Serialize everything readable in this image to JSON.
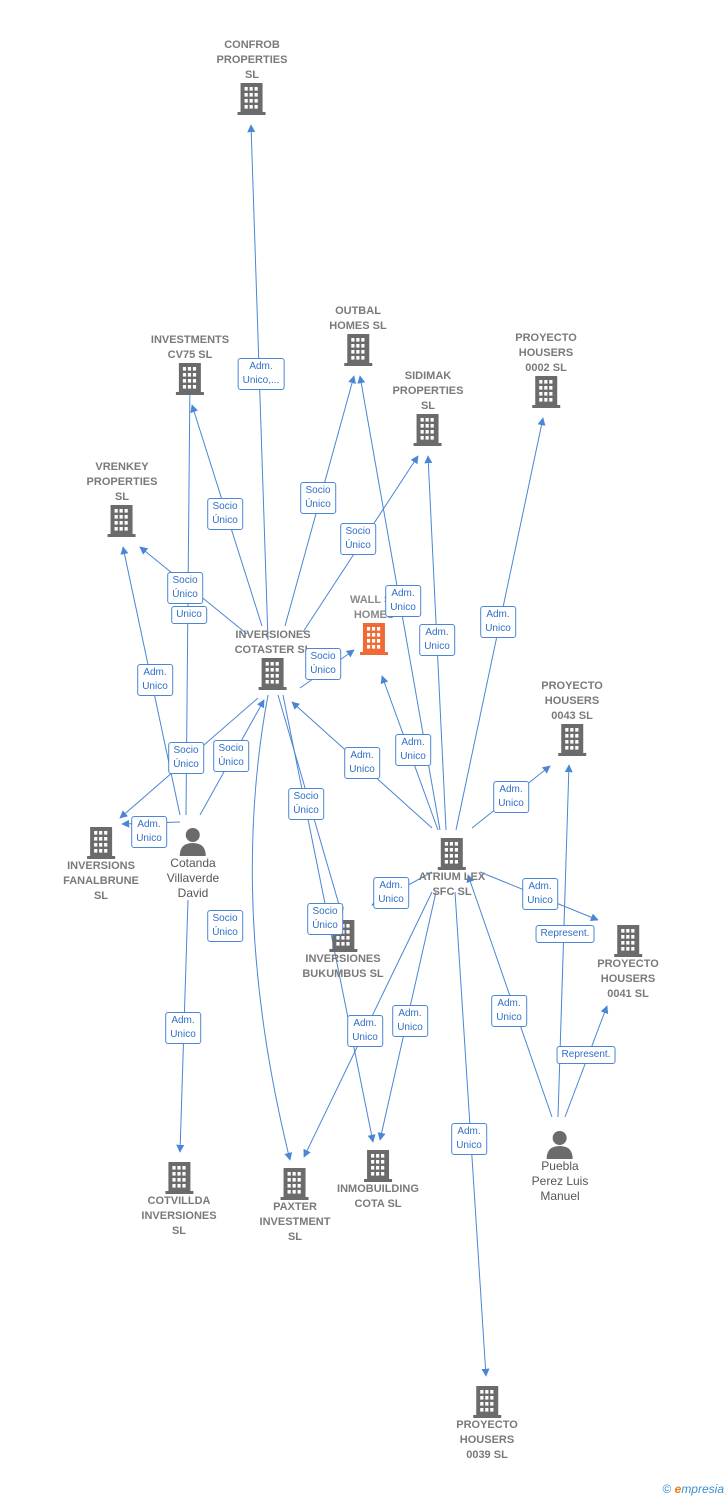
{
  "colors": {
    "edge": "#4a86d4",
    "node": "#6b6b6b",
    "focus": "#f06a35",
    "label": "#7a7a7a"
  },
  "nodes": [
    {
      "id": "confrob",
      "label": "CONFROB\nPROPERTIES\nSL",
      "type": "company",
      "icon": "building-icon"
    },
    {
      "id": "investments",
      "label": "INVESTMENTS\nCV75  SL",
      "type": "company",
      "icon": "building-icon"
    },
    {
      "id": "outbal",
      "label": "OUTBAL\nHOMES  SL",
      "type": "company",
      "icon": "building-icon"
    },
    {
      "id": "ph0002",
      "label": "PROYECTO\nHOUSERS\n0002  SL",
      "type": "company",
      "icon": "building-icon"
    },
    {
      "id": "sidimak",
      "label": "SIDIMAK\nPROPERTIES\nSL",
      "type": "company",
      "icon": "building-icon"
    },
    {
      "id": "vrenkey",
      "label": "VRENKEY\nPROPERTIES\nSL",
      "type": "company",
      "icon": "building-icon"
    },
    {
      "id": "wallst",
      "label": "WALL ST\nHOMES",
      "type": "focus",
      "icon": "building-icon"
    },
    {
      "id": "cotaster",
      "label": "INVERSIONES\nCOTASTER  SL",
      "type": "company",
      "icon": "building-icon"
    },
    {
      "id": "ph0043",
      "label": "PROYECTO\nHOUSERS\n0043  SL",
      "type": "company",
      "icon": "building-icon"
    },
    {
      "id": "fanalbrune",
      "label": "INVERSIONS\nFANALBRUNE\nSL",
      "type": "company",
      "icon": "building-icon"
    },
    {
      "id": "cotanda",
      "label": "Cotanda\nVillaverde\nDavid",
      "type": "person",
      "icon": "person-icon"
    },
    {
      "id": "atrium",
      "label": "ATRIUM LEX\nSFC  SL",
      "type": "company",
      "icon": "building-icon"
    },
    {
      "id": "bukumbus",
      "label": "INVERSIONES\nBUKUMBUS  SL",
      "type": "company",
      "icon": "building-icon"
    },
    {
      "id": "ph0041",
      "label": "PROYECTO\nHOUSERS\n0041  SL",
      "type": "company",
      "icon": "building-icon"
    },
    {
      "id": "cotvillda",
      "label": "COTVILLDA\nINVERSIONES\nSL",
      "type": "company",
      "icon": "building-icon"
    },
    {
      "id": "paxter",
      "label": "PAXTER\nINVESTMENT\nSL",
      "type": "company",
      "icon": "building-icon"
    },
    {
      "id": "inmobuilding",
      "label": "INMOBUILDING\nCOTA  SL",
      "type": "company",
      "icon": "building-icon"
    },
    {
      "id": "puebla",
      "label": "Puebla\nPerez Luis\nManuel",
      "type": "person",
      "icon": "person-icon"
    },
    {
      "id": "ph0039",
      "label": "PROYECTO\nHOUSERS\n0039  SL",
      "type": "company",
      "icon": "building-icon"
    }
  ],
  "edges": [
    {
      "from": "cotaster",
      "to": "confrob",
      "label": "Adm.\nUnico,..."
    },
    {
      "from": "cotaster",
      "to": "investments",
      "label": "Socio\nÚnico"
    },
    {
      "from": "cotaster",
      "to": "outbal",
      "label": "Socio\nÚnico"
    },
    {
      "from": "cotaster",
      "to": "sidimak",
      "label": "Socio\nÚnico"
    },
    {
      "from": "cotaster",
      "to": "vrenkey",
      "label": "Socio\nÚnico"
    },
    {
      "from": "cotaster",
      "to": "wallst",
      "label": "Socio\nÚnico"
    },
    {
      "from": "cotaster",
      "to": "fanalbrune",
      "label": "Socio\nÚnico"
    },
    {
      "from": "cotaster",
      "to": "bukumbus",
      "label": "Socio\nÚnico"
    },
    {
      "from": "cotaster",
      "to": "paxter",
      "label": "Socio\nÚnico"
    },
    {
      "from": "cotaster",
      "to": "inmobuilding",
      "label": "Socio\nÚnico"
    },
    {
      "from": "cotanda",
      "to": "investments",
      "label": "Unico"
    },
    {
      "from": "cotanda",
      "to": "vrenkey",
      "label": "Adm.\nUnico"
    },
    {
      "from": "cotanda",
      "to": "fanalbrune",
      "label": "Adm.\nUnico"
    },
    {
      "from": "cotanda",
      "to": "cotaster",
      "label": "Socio\nÚnico"
    },
    {
      "from": "cotanda",
      "to": "cotvillda",
      "label": "Adm.\nUnico"
    },
    {
      "from": "atrium",
      "to": "outbal",
      "label": "Adm.\nUnico"
    },
    {
      "from": "atrium",
      "to": "sidimak",
      "label": "Adm.\nUnico"
    },
    {
      "from": "atrium",
      "to": "ph0002",
      "label": "Adm.\nUnico"
    },
    {
      "from": "atrium",
      "to": "wallst",
      "label": "Adm.\nUnico"
    },
    {
      "from": "atrium",
      "to": "cotaster",
      "label": "Adm.\nUnico"
    },
    {
      "from": "atrium",
      "to": "ph0043",
      "label": "Adm.\nUnico"
    },
    {
      "from": "atrium",
      "to": "ph0041",
      "label": "Adm.\nUnico"
    },
    {
      "from": "atrium",
      "to": "bukumbus",
      "label": "Adm.\nUnico"
    },
    {
      "from": "atrium",
      "to": "paxter",
      "label": "Adm.\nUnico"
    },
    {
      "from": "atrium",
      "to": "inmobuilding",
      "label": "Adm.\nUnico"
    },
    {
      "from": "atrium",
      "to": "ph0039",
      "label": "Adm.\nUnico"
    },
    {
      "from": "puebla",
      "to": "atrium",
      "label": "Adm.\nUnico"
    },
    {
      "from": "puebla",
      "to": "ph0043",
      "label": "Represent."
    },
    {
      "from": "puebla",
      "to": "ph0041",
      "label": "Represent."
    }
  ],
  "footer": {
    "copyright": "©",
    "brand_initial": "e",
    "brand_rest": "mpresia"
  }
}
